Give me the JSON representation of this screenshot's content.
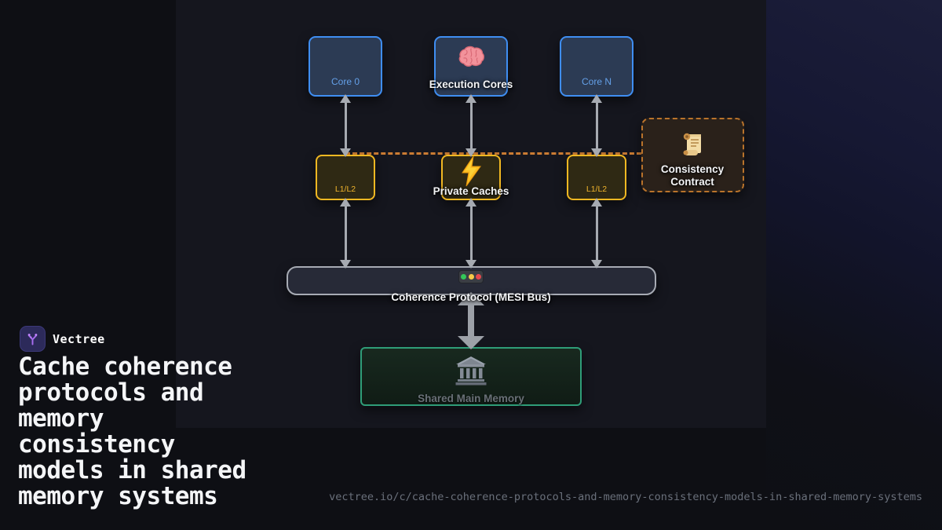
{
  "brand": {
    "name": "Vectree"
  },
  "title": {
    "text": "Cache coherence\nprotocols and\nmemory\nconsistency\nmodels in shared\nmemory systems"
  },
  "footer": {
    "url": "vectree.io/c/cache-coherence-protocols-and-memory-consistency-models-in-shared-memory-systems"
  },
  "diagram": {
    "cores": {
      "left_label": "Core 0",
      "right_label": "Core N",
      "group_label": "Execution Cores"
    },
    "caches": {
      "left_label": "L1/L2",
      "right_label": "L1/L2",
      "group_label": "Private Caches"
    },
    "contract": {
      "line1": "Consistency",
      "line2": "Contract"
    },
    "bus": {
      "label": "Coherence Protocol (MESI Bus)"
    },
    "memory": {
      "label": "Shared Main Memory"
    },
    "icons": {
      "execution_cores": "brain-icon",
      "private_caches": "lightning-icon",
      "consistency_contract": "scroll-icon",
      "bus": "traffic-light-icon",
      "memory": "classical-building-icon",
      "brand": "vectree-branch-icon"
    },
    "colors": {
      "core_border": "#3f8ef2",
      "core_fill": "#2c3b54",
      "core_text": "#64a0e8",
      "cache_border": "#f2b822",
      "cache_fill": "#2f2914",
      "cache_text": "#f0b42c",
      "contract_border": "#b9732b",
      "bus_border": "#a7abb4",
      "memory_border": "#2f9d78",
      "arrow": "#a6aab1",
      "dashed_link": "#cb7c33",
      "panel_bg": "#15161e",
      "page_bg": "#0e0f14",
      "title_text": "#f4f5f7",
      "url_text": "#6a707b",
      "logo_bg": "#2c2a5a",
      "logo_glyph": "#a86df0"
    }
  }
}
